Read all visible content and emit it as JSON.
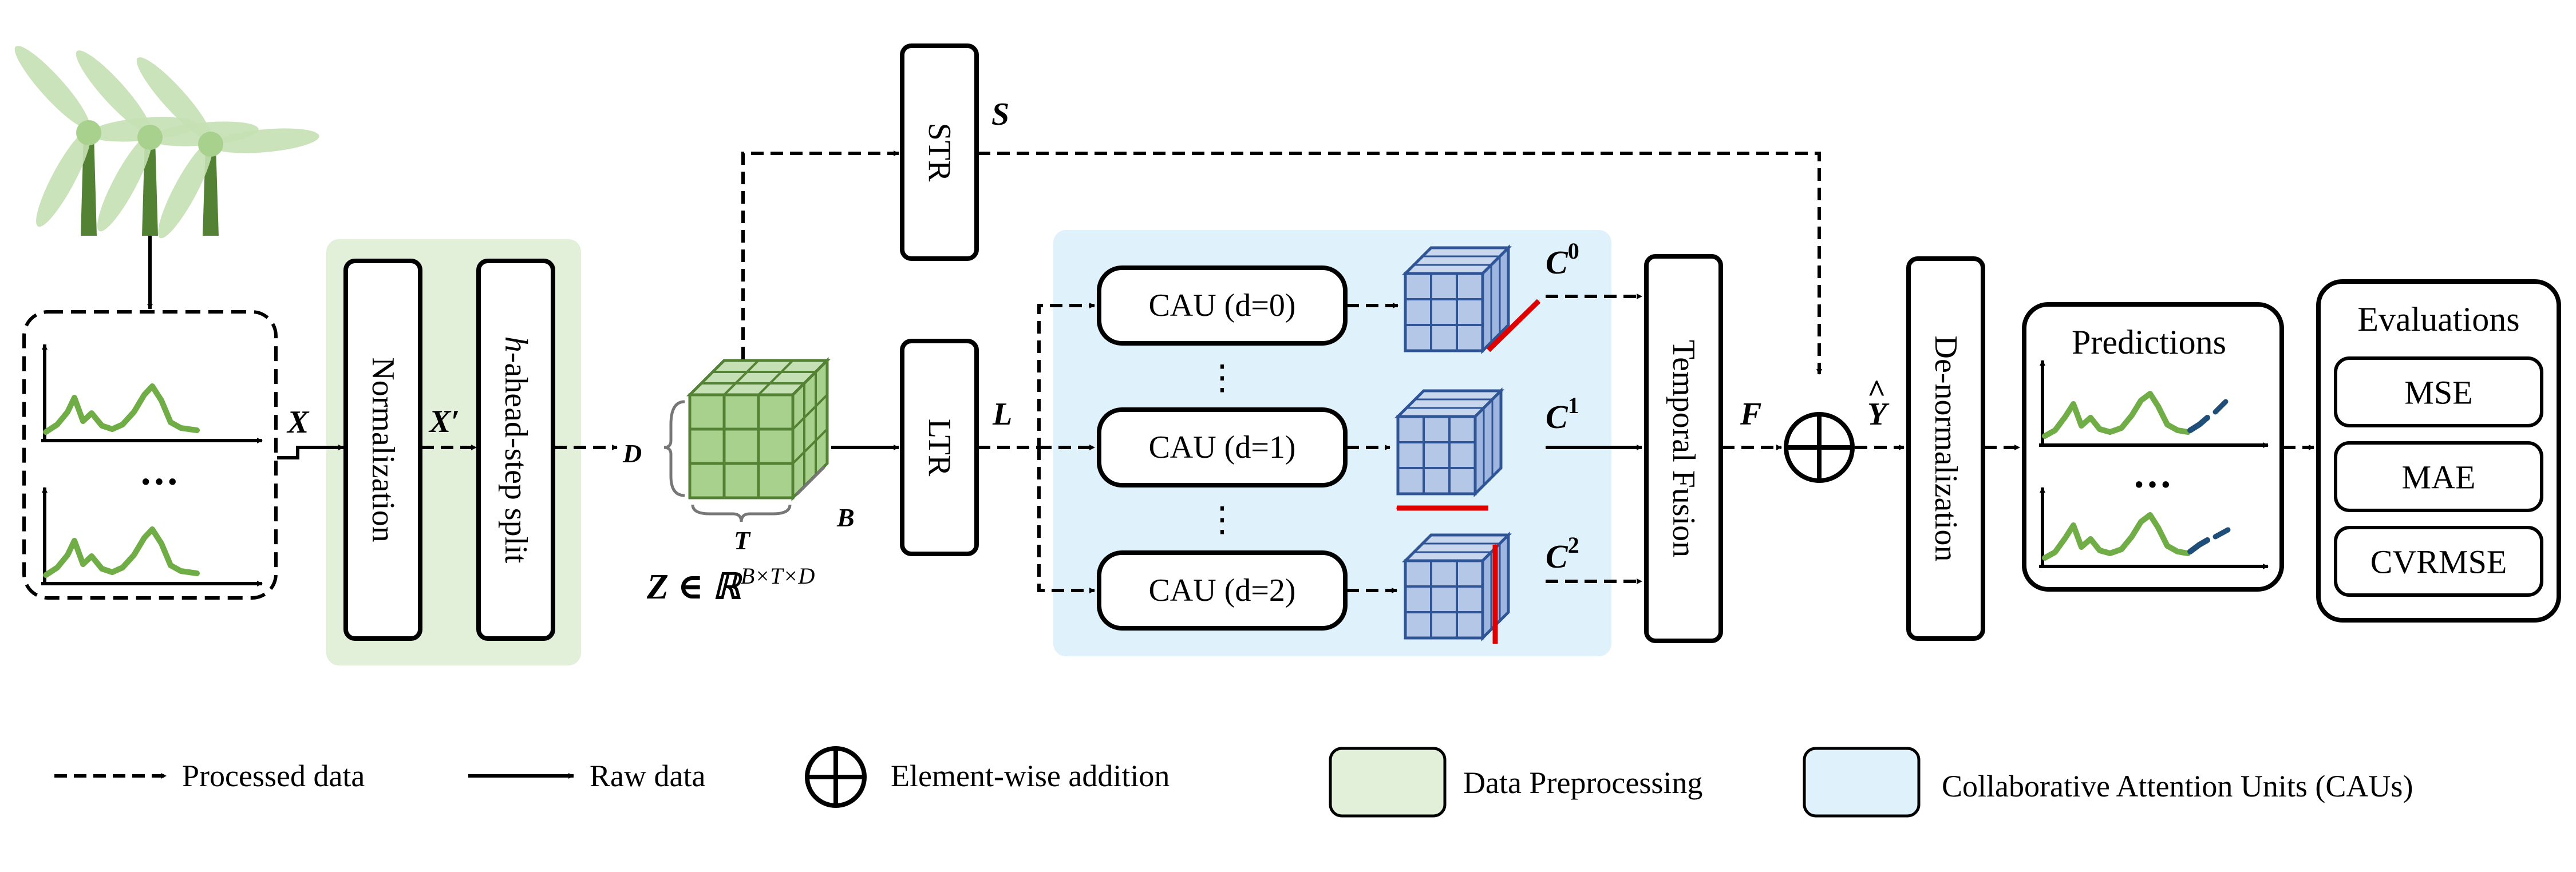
{
  "nodes": {
    "normalization": "Normalization",
    "hsplit_prefix": "h",
    "hsplit_rest": "-ahead-step split",
    "str": "STR",
    "ltr": "LTR",
    "cau0": "CAU (d=0)",
    "cau1": "CAU (d=1)",
    "cau2": "CAU (d=2)",
    "temporal_fusion": "Temporal Fusion",
    "denormalization": "De-normalization"
  },
  "vars": {
    "x": "X",
    "x_prime": "X′",
    "d": "D",
    "s": "S",
    "l": "L",
    "c0": "C",
    "c0_sup": "0",
    "c1": "C",
    "c1_sup": "1",
    "c2": "C",
    "c2_sup": "2",
    "f": "F",
    "y_hat": "Y",
    "y_hat_accent": "^",
    "t": "T",
    "b": "B",
    "z_expr": "Z ∈ ℝ",
    "z_sup": "B×T×D"
  },
  "ellipsis": {
    "input": "···",
    "cau_top": "⋮",
    "cau_bottom": "⋮",
    "predictions": "···"
  },
  "panels": {
    "predictions_title": "Predictions",
    "evaluations_title": "Evaluations",
    "metrics": [
      "MSE",
      "MAE",
      "CVRMSE"
    ]
  },
  "legend": {
    "processed": "Processed data",
    "raw": "Raw data",
    "addition": "Element-wise addition",
    "preprocessing": "Data Preprocessing",
    "caus": "Collaborative Attention Units (CAUs)"
  },
  "icons": {
    "source": "wind-turbine-icon",
    "adder": "element-wise-addition-icon",
    "tensor": "tensor-cube-icon"
  },
  "colors": {
    "preprocessing_fill": "#e2efd9",
    "cau_fill": "#dff1fb",
    "series_green": "#70ad47",
    "prediction_navy": "#1f4e79",
    "cube_green": "#a9d18e",
    "cube_blue": "#b4c7e7",
    "cube_edge_blue": "#2f5597",
    "arrow_red": "#e00000"
  }
}
